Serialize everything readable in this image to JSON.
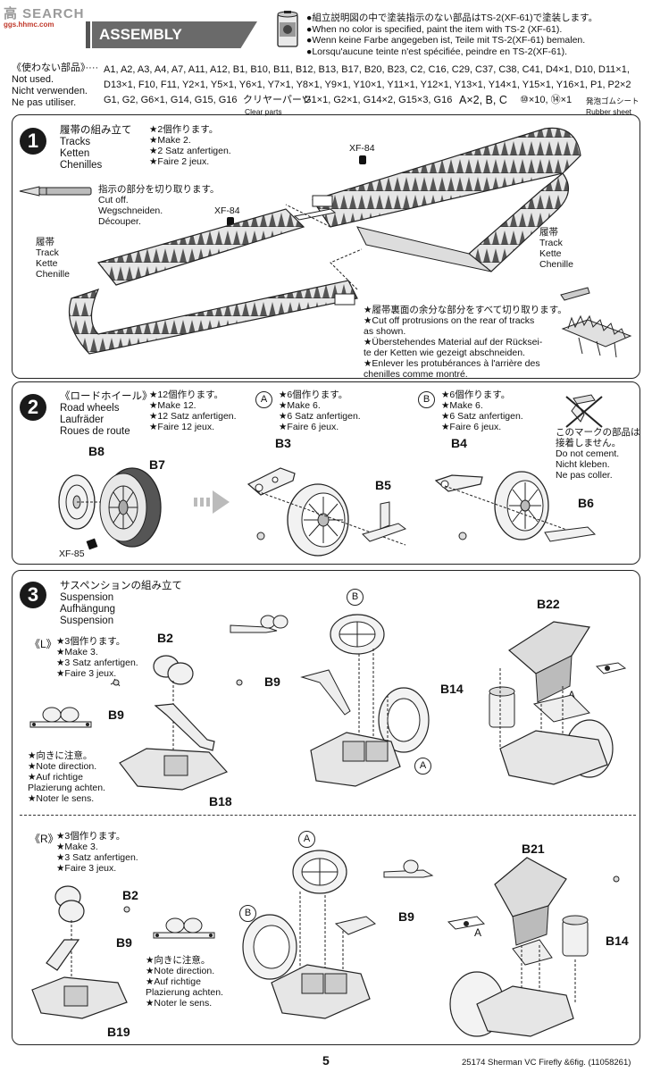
{
  "watermark": {
    "text": "高 SEARCH",
    "sub": "ggs.hhmc.com"
  },
  "header": {
    "banner": "ASSEMBLY"
  },
  "color_note": [
    "●組立説明図の中で塗装指示のない部品はTS-2(XF-61)で塗装します。",
    "●When no color is specified, paint the item with TS-2 (XF-61).",
    "●Wenn keine Farbe angegeben ist, Teile mit TS-2(XF-61) bemalen.",
    "●Lorsqu'aucune teinte n'est spécifiée, peindre en TS-2(XF-61)."
  ],
  "unused": {
    "labels": [
      "《使わない部品》····",
      "Not used.",
      "Nicht verwenden.",
      "Ne pas utiliser."
    ],
    "rows": [
      "A1, A2, A3, A4, A7, A11, A12, B1, B10, B11, B12, B13, B17, B20, B23, C2, C16, C29, C37, C38, C41, D4×1, D10, D11×1,",
      "D13×1, F10, F11, Y2×1, Y5×1, Y6×1, Y7×1, Y8×1, Y9×1, Y10×1, Y11×1, Y12×1, Y13×1, Y14×1, Y15×1, Y16×1, P1, P2×2",
      "G1, G2, G6×1, G14, G15, G16"
    ],
    "clear_parts_jp": "クリヤーパーツ",
    "clear_parts_list": "G1×1, G2×1, G14×2, G15×3, G16",
    "clear_parts_en": "Clear parts",
    "extra": "A×2, B, C",
    "screws": "⑩×10, ⑭×1",
    "rubber_jp": "発泡ゴムシート",
    "rubber_en": "Rubber sheet"
  },
  "step1": {
    "number": "1",
    "title": [
      "履帯の組み立て",
      "Tracks",
      "Ketten",
      "Chenilles"
    ],
    "make": [
      "★2個作ります。",
      "★Make 2.",
      "★2 Satz anfertigen.",
      "★Faire 2 jeux."
    ],
    "cut": [
      "指示の部分を切り取ります。",
      "Cut off.",
      "Wegschneiden.",
      "Découper."
    ],
    "paint_a": "XF-84",
    "paint_b": "XF-84",
    "track_label": [
      "履帯",
      "Track",
      "Kette",
      "Chenille"
    ],
    "track_label_r": [
      "履帯",
      "Track",
      "Kette",
      "Chenille"
    ],
    "protrusion_note": [
      "★履帯裏面の余分な部分をすべて切り取ります。",
      "★Cut off protrusions on the rear of tracks",
      "as shown.",
      "★Überstehendes Material auf der Rücksei-",
      "te der Ketten wie gezeigt abschneiden.",
      "★Enlever les protubérances à l'arrière des",
      "chenilles comme montré."
    ]
  },
  "step2": {
    "number": "2",
    "title": [
      "《ロードホイール》",
      "Road wheels",
      "Laufräder",
      "Roues de route"
    ],
    "make": [
      "★12個作ります。",
      "★Make 12.",
      "★12 Satz anfertigen.",
      "★Faire 12 jeux."
    ],
    "sub_a": "A",
    "make_a": [
      "★6個作ります。",
      "★Make 6.",
      "★6 Satz anfertigen.",
      "★Faire 6 jeux."
    ],
    "sub_b": "B",
    "make_b": [
      "★6個作ります。",
      "★Make 6.",
      "★6 Satz anfertigen.",
      "★Faire 6 jeux."
    ],
    "parts": {
      "b8": "B8",
      "b7": "B7",
      "b3": "B3",
      "b5": "B5",
      "b4": "B4",
      "b6": "B6"
    },
    "paint": "XF-85",
    "no_cement": [
      "このマークの部品は",
      "接着しません。",
      "Do not cement.",
      "Nicht kleben.",
      "Ne pas coller."
    ]
  },
  "step3": {
    "number": "3",
    "title": [
      "サスペンションの組み立て",
      "Suspension",
      "Aufhängung",
      "Suspension"
    ],
    "left": {
      "tag": "《L》",
      "make": [
        "★3個作ります。",
        "★Make 3.",
        "★3 Satz anfertigen.",
        "★Faire 3 jeux."
      ],
      "direction": [
        "★向きに注意。",
        "★Note direction.",
        "★Auf richtige",
        "Plazierung achten.",
        "★Noter le sens."
      ],
      "parts": {
        "b2": "B2",
        "b9": "B9",
        "b18": "B18",
        "b9b": "B9",
        "b": "B",
        "a": "A",
        "b22": "B22",
        "b14": "B14",
        "a2": "A"
      }
    },
    "right": {
      "tag": "《R》",
      "make": [
        "★3個作ります。",
        "★Make 3.",
        "★3 Satz anfertigen.",
        "★Faire 3 jeux."
      ],
      "direction": [
        "★向きに注意。",
        "★Note direction.",
        "★Auf richtige",
        "Plazierung achten.",
        "★Noter le sens."
      ],
      "parts": {
        "b2": "B2",
        "b9": "B9",
        "b19": "B19",
        "a": "A",
        "b": "B",
        "b9b": "B9",
        "b21": "B21",
        "a2": "A",
        "b14": "B14"
      }
    }
  },
  "footer": {
    "page": "5",
    "product": "25174 Sherman VC Firefly &6fig. (11058261)"
  }
}
